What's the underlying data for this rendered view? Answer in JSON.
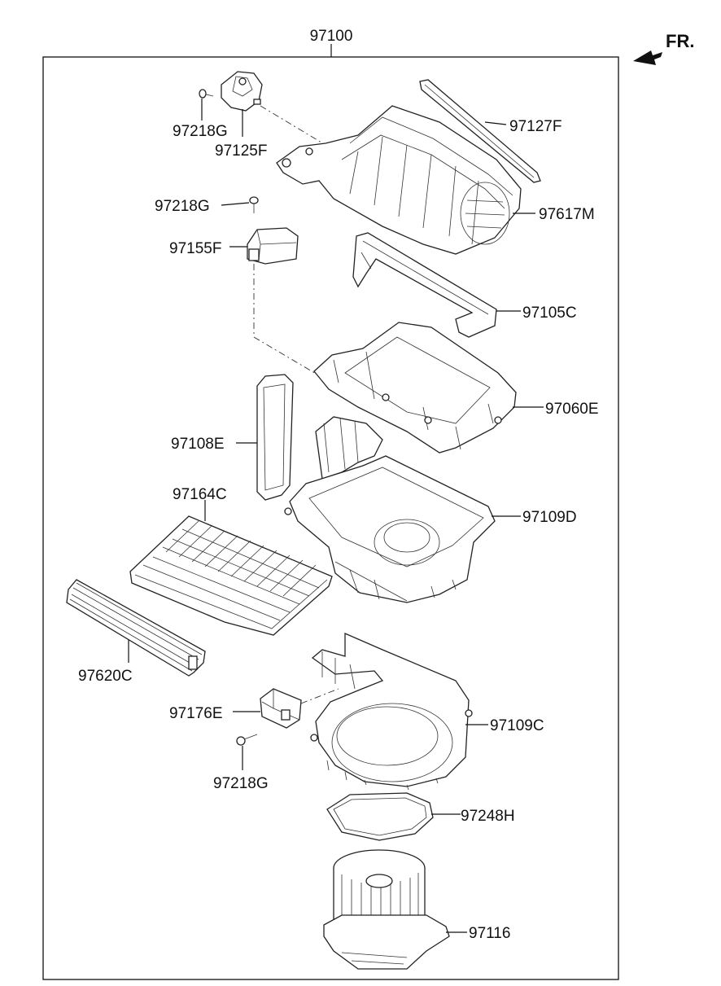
{
  "diagram": {
    "assembly_number": "97100",
    "front_indicator": "FR.",
    "labels": {
      "screw_top": "97218G",
      "actuator_top": "97125F",
      "intake_filter_cover": "97127F",
      "intake_housing": "97617M",
      "screw_mid": "97218G",
      "module": "97155F",
      "seal_upper": "97105C",
      "upper_case": "97060E",
      "seal_side": "97108E",
      "filter": "97164C",
      "lower_case": "97109D",
      "filter_cover": "97620C",
      "resistor": "97176E",
      "blower_case": "97109C",
      "screw_bottom": "97218G",
      "gasket": "97248H",
      "blower_motor": "97116"
    }
  }
}
